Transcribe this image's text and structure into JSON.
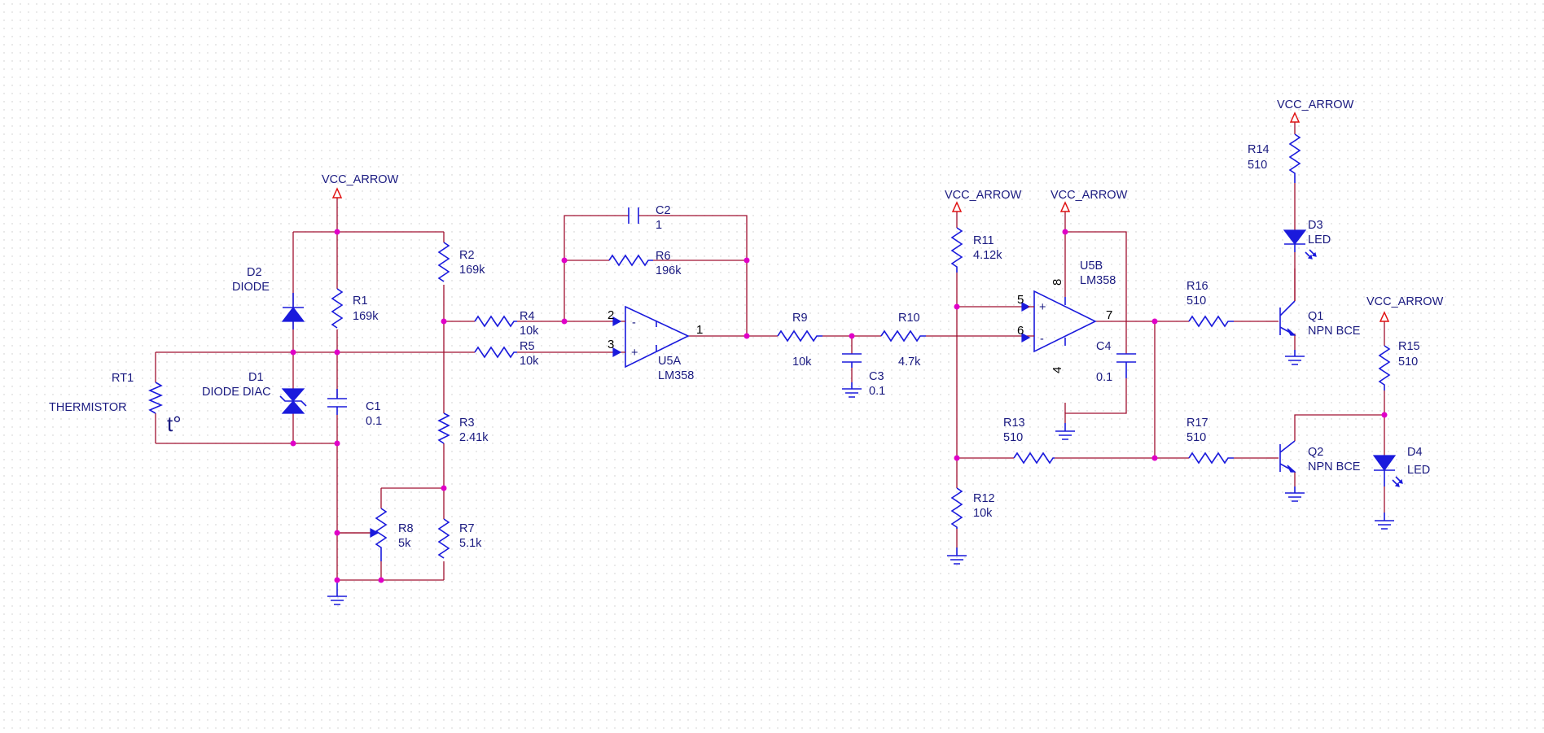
{
  "power": {
    "vcc": "VCC_ARROW"
  },
  "components": {
    "rt1": {
      "ref": "RT1",
      "name": "THERMISTOR",
      "symbol": "t°"
    },
    "d1": {
      "ref": "D1",
      "value": "DIODE DIAC"
    },
    "d2": {
      "ref": "D2",
      "value": "DIODE"
    },
    "d3": {
      "ref": "D3",
      "value": "LED"
    },
    "d4": {
      "ref": "D4",
      "value": "LED"
    },
    "r1": {
      "ref": "R1",
      "value": "169k"
    },
    "r2": {
      "ref": "R2",
      "value": "169k"
    },
    "r3": {
      "ref": "R3",
      "value": "2.41k"
    },
    "r4": {
      "ref": "R4",
      "value": "10k"
    },
    "r5": {
      "ref": "R5",
      "value": "10k"
    },
    "r6": {
      "ref": "R6",
      "value": "196k"
    },
    "r7": {
      "ref": "R7",
      "value": "5.1k"
    },
    "r8": {
      "ref": "R8",
      "value": "5k"
    },
    "r9": {
      "ref": "R9",
      "value": "10k"
    },
    "r10": {
      "ref": "R10",
      "value": "4.7k"
    },
    "r11": {
      "ref": "R11",
      "value": "4.12k"
    },
    "r12": {
      "ref": "R12",
      "value": "10k"
    },
    "r13": {
      "ref": "R13",
      "value": "510"
    },
    "r14": {
      "ref": "R14",
      "value": "510"
    },
    "r15": {
      "ref": "R15",
      "value": "510"
    },
    "r16": {
      "ref": "R16",
      "value": "510"
    },
    "r17": {
      "ref": "R17",
      "value": "510"
    },
    "c1": {
      "ref": "C1",
      "value": "0.1"
    },
    "c2": {
      "ref": "C2",
      "value": "1"
    },
    "c3": {
      "ref": "C3",
      "value": "0.1"
    },
    "c4": {
      "ref": "C4",
      "value": "0.1"
    },
    "u5a": {
      "ref": "U5A",
      "value": "LM358"
    },
    "u5b": {
      "ref": "U5B",
      "value": "LM358"
    },
    "q1": {
      "ref": "Q1",
      "value": "NPN BCE"
    },
    "q2": {
      "ref": "Q2",
      "value": "NPN BCE"
    }
  },
  "pins": {
    "u5a_inv": "2",
    "u5a_noninv": "3",
    "u5a_out": "1",
    "u5b_noninv": "5",
    "u5b_inv": "6",
    "u5b_out": "7",
    "u5b_vplus": "8",
    "u5b_vminus": "4"
  },
  "op_signs": {
    "plus": "+",
    "minus": "-"
  }
}
